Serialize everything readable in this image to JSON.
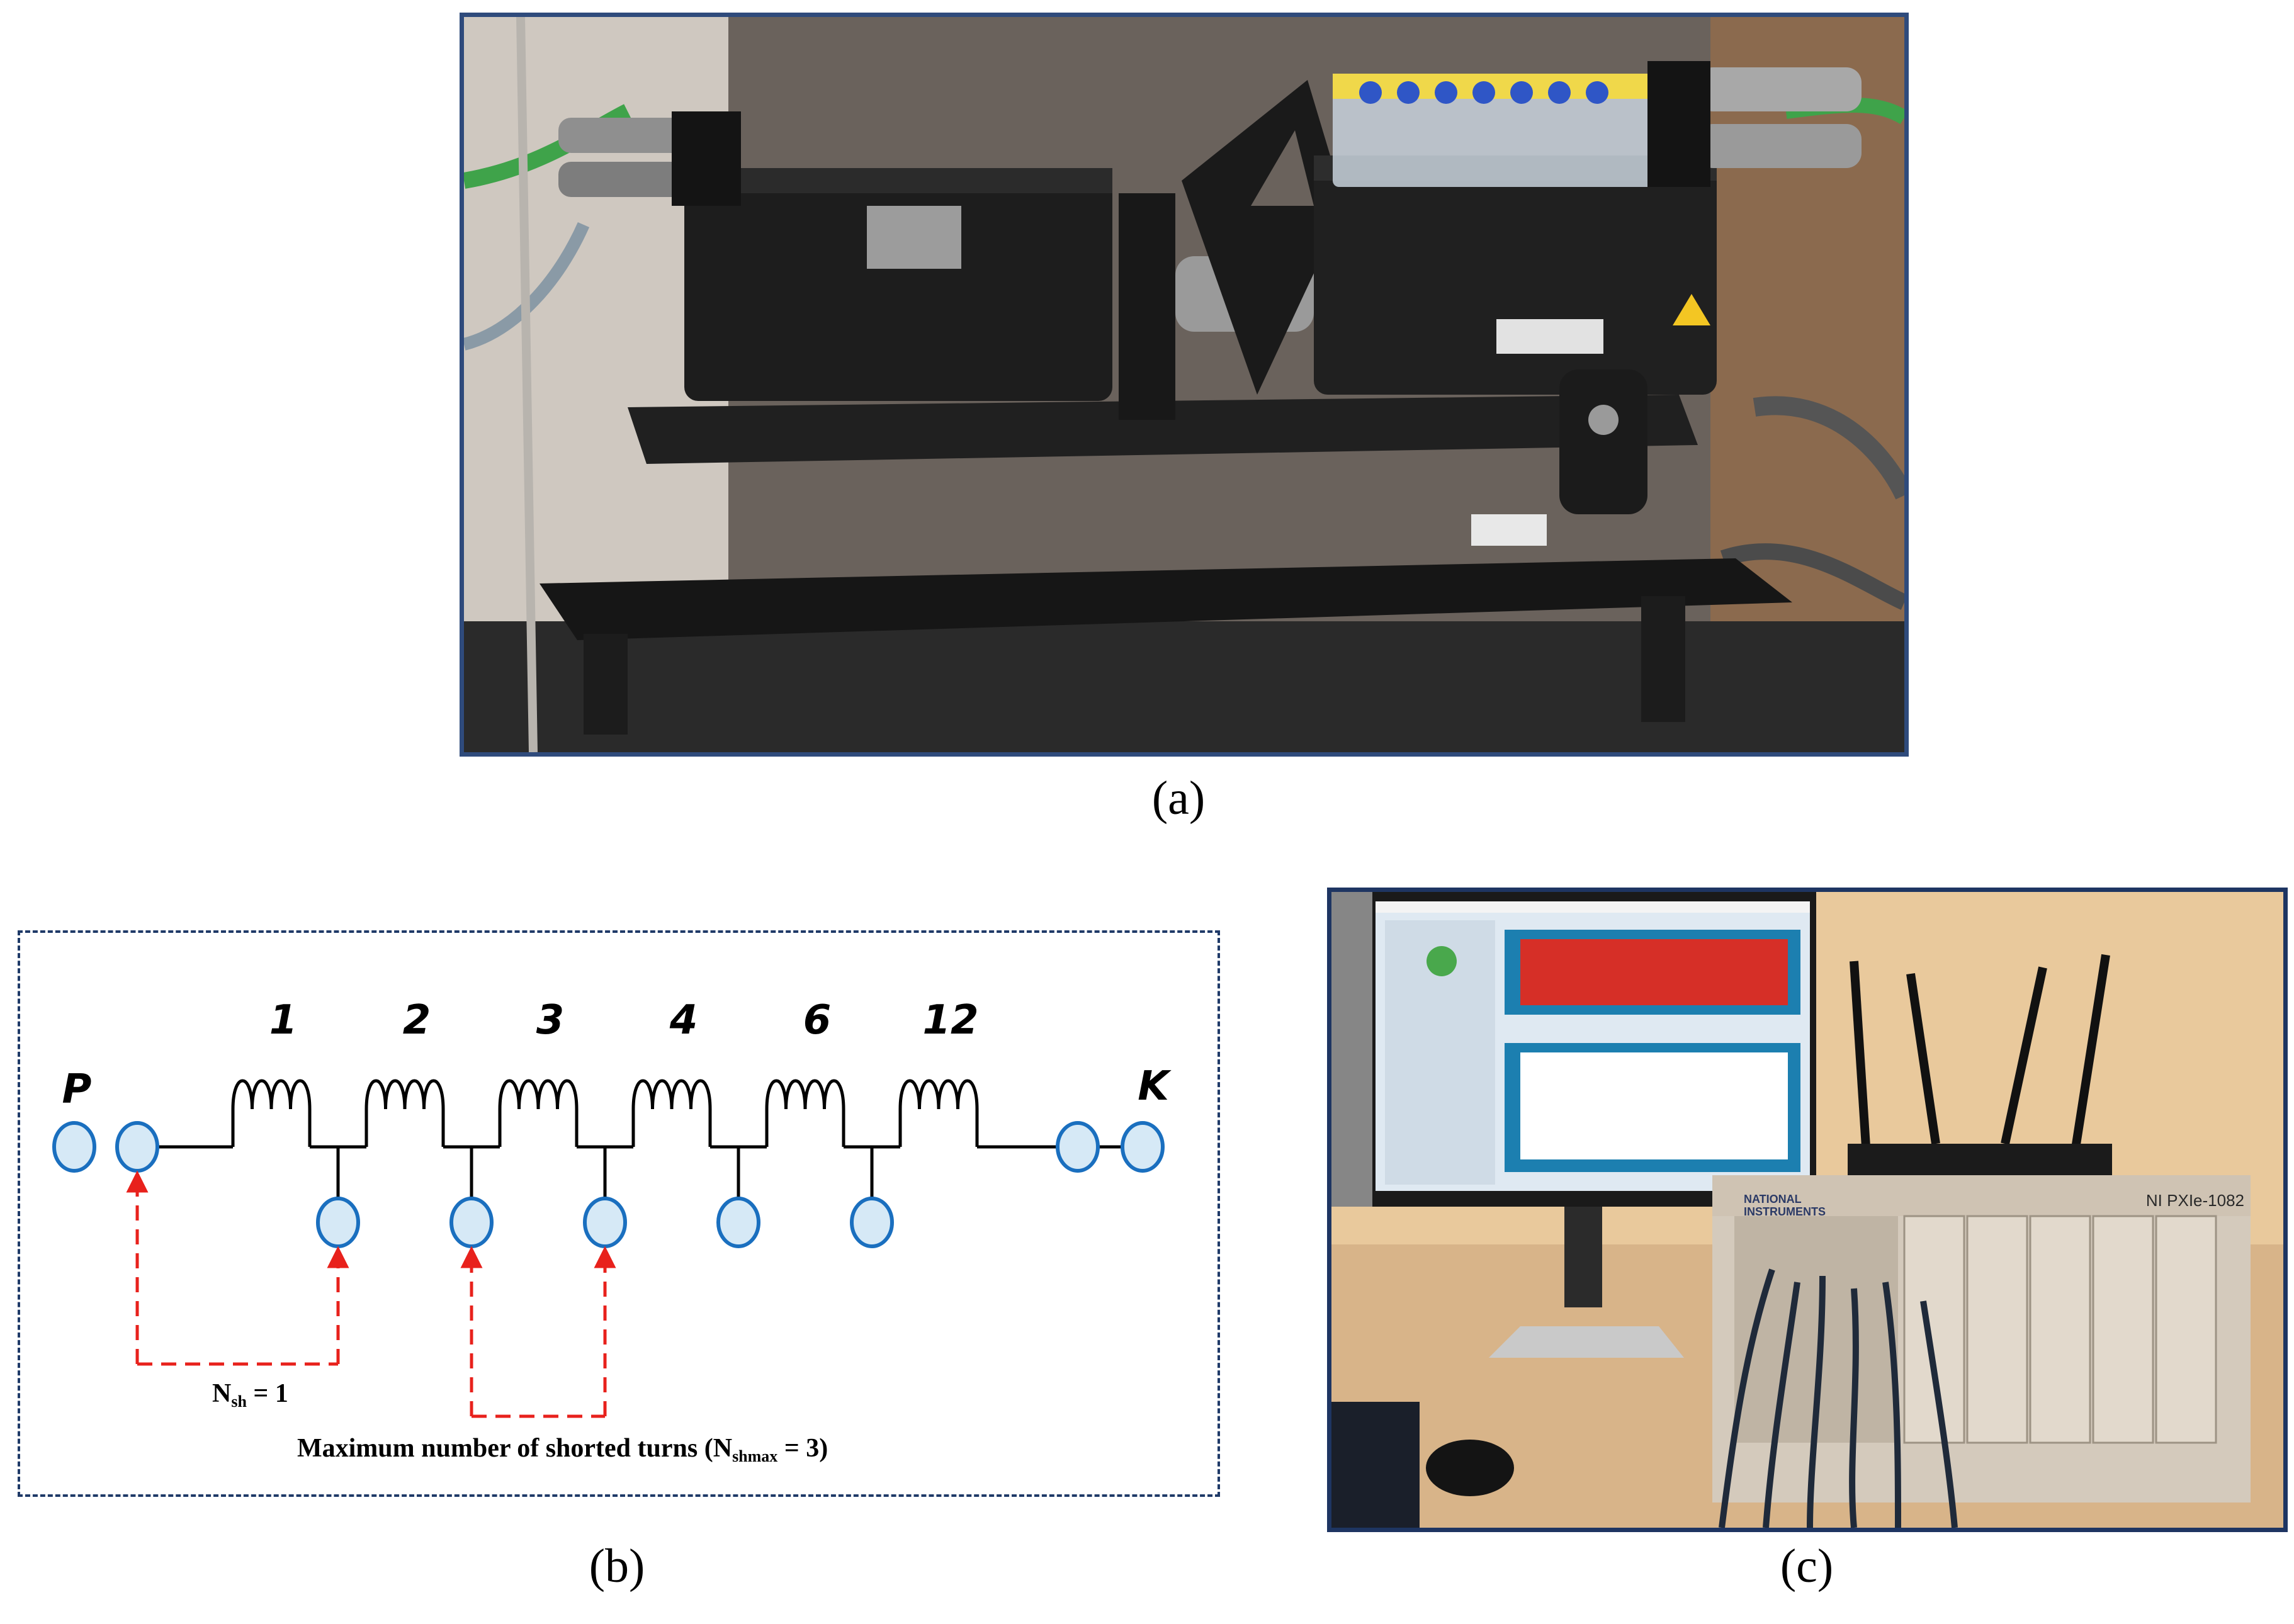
{
  "panels": {
    "a": {
      "caption": "(a)"
    },
    "b": {
      "caption": "(b)",
      "diagram": {
        "start_terminal": "P",
        "end_terminal": "K",
        "coil_labels": [
          "1",
          "2",
          "3",
          "4",
          "6",
          "12"
        ],
        "nsh_label": {
          "main": "N",
          "subscript": "sh",
          "rest": " = 1"
        },
        "max_label": {
          "prefix": "Maximum number of shorted turns (N",
          "subscript": "shmax",
          "suffix": " = 3)"
        }
      }
    },
    "c": {
      "caption": "(c)",
      "chassis_brand": "NATIONAL INSTRUMENTS",
      "chassis_model": "NI PXIe-1082"
    }
  },
  "colors": {
    "panel_border": "#2f4b7c",
    "node_fill": "#d6e9f6",
    "node_stroke": "#1a6fbf",
    "arrow_red": "#e8211c",
    "wire": "#000000"
  }
}
